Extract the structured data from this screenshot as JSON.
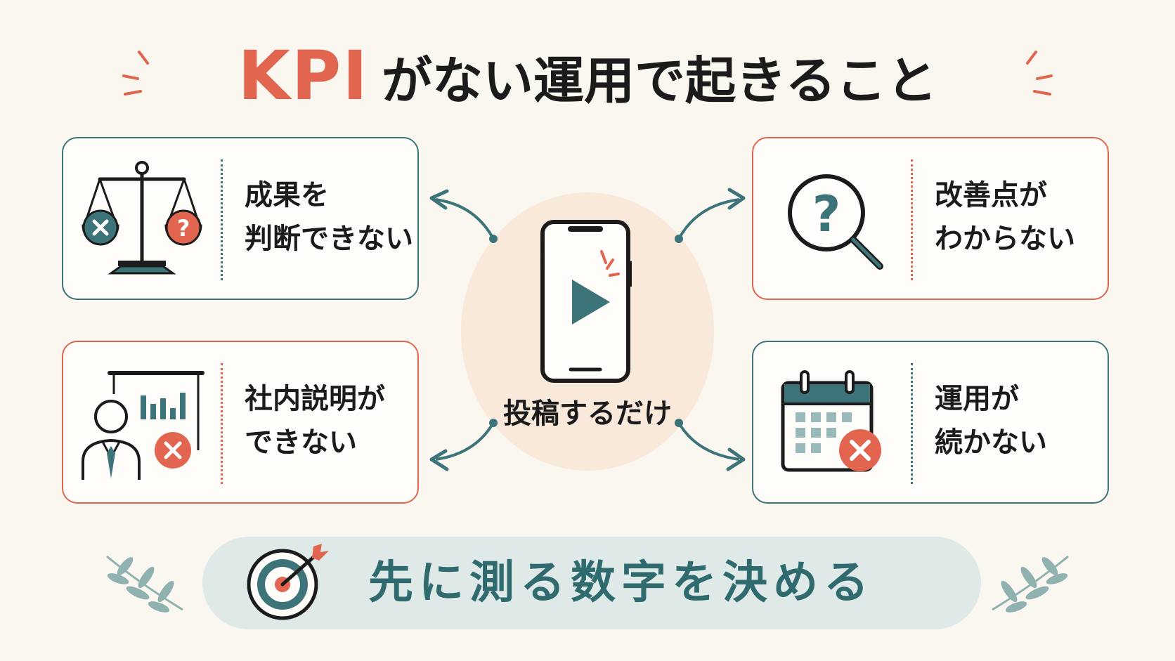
{
  "title": {
    "kpi": "KPI",
    "rest": "がない運用で起きること"
  },
  "cards": {
    "judge": {
      "line1": "成果を",
      "line2": "判断できない"
    },
    "improve": {
      "line1": "改善点が",
      "line2": "わからない"
    },
    "explain": {
      "line1": "社内説明が",
      "line2": "できない"
    },
    "continue": {
      "line1": "運用が",
      "line2": "続かない"
    }
  },
  "center": {
    "label": "投稿するだけ"
  },
  "banner": {
    "text": "先に測る数字を決める"
  },
  "colors": {
    "teal": "#3d7479",
    "orange": "#e2664f",
    "background": "#faf6f0",
    "center_circle": "#f8e9da",
    "banner": "#dfe9e7"
  }
}
